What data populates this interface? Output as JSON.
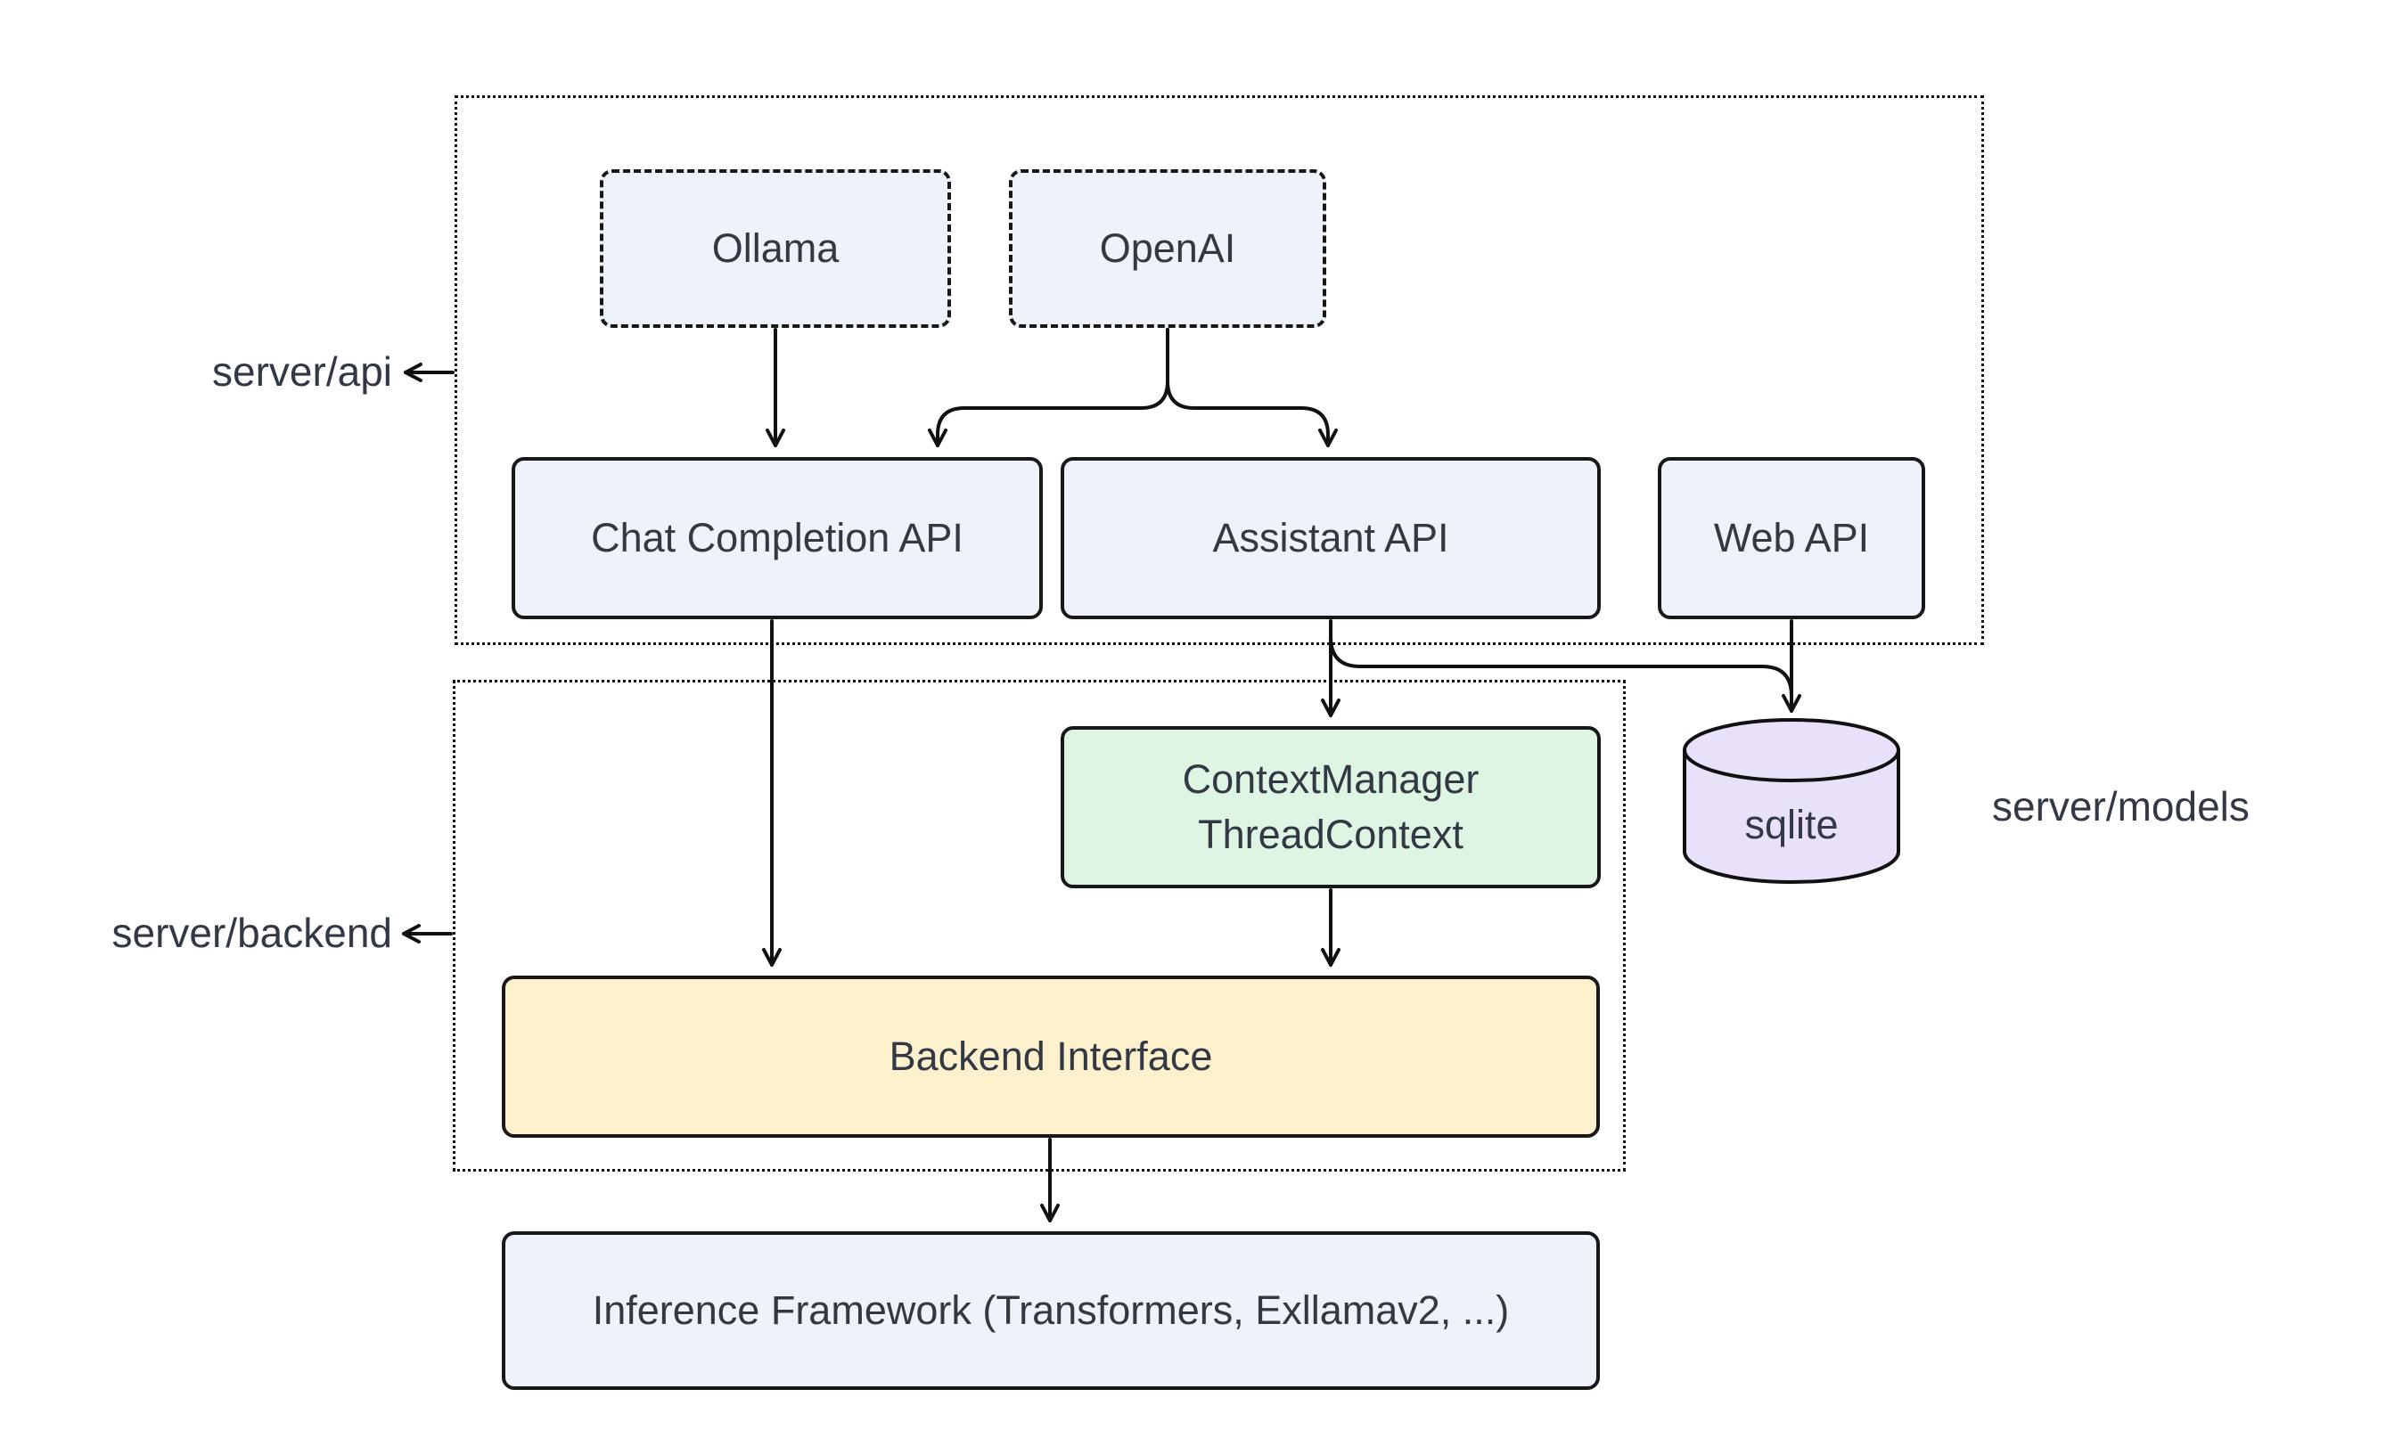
{
  "title": "Server architecture diagram",
  "colors": {
    "background": "#ffffff",
    "node_fill_blue": "#edf2fb",
    "node_fill_green": "#def5e4",
    "node_fill_purple": "#e9e0f9",
    "node_fill_yellow": "#fdf0cd",
    "line": "#111111",
    "text": "#323944"
  },
  "containers": {
    "server_api": {
      "label": "server/api"
    },
    "server_backend": {
      "label": "server/backend"
    }
  },
  "external_labels": {
    "server_models": "server/models"
  },
  "nodes": {
    "ollama": {
      "label": "Ollama",
      "style": "dashed"
    },
    "openai": {
      "label": "OpenAI",
      "style": "dashed"
    },
    "chat_completion_api": {
      "label": "Chat Completion API"
    },
    "assistant_api": {
      "label": "Assistant API"
    },
    "web_api": {
      "label": "Web API"
    },
    "context_manager": {
      "line1": "ContextManager",
      "line2": "ThreadContext"
    },
    "sqlite": {
      "label": "sqlite",
      "shape": "cylinder"
    },
    "backend_interface": {
      "label": "Backend Interface"
    },
    "inference_framework": {
      "label": "Inference Framework (Transformers, Exllamav2, ...)"
    }
  },
  "edges": [
    {
      "from": "Ollama",
      "to": "Chat Completion API"
    },
    {
      "from": "OpenAI",
      "to": "Chat Completion API"
    },
    {
      "from": "OpenAI",
      "to": "Assistant API"
    },
    {
      "from": "Chat Completion API",
      "to": "Backend Interface"
    },
    {
      "from": "Assistant API",
      "to": "ContextManager ThreadContext"
    },
    {
      "from": "Assistant API",
      "to": "sqlite"
    },
    {
      "from": "Web API",
      "to": "sqlite"
    },
    {
      "from": "ContextManager ThreadContext",
      "to": "Backend Interface"
    },
    {
      "from": "Backend Interface",
      "to": "Inference Framework (Transformers, Exllamav2, ...)"
    }
  ]
}
